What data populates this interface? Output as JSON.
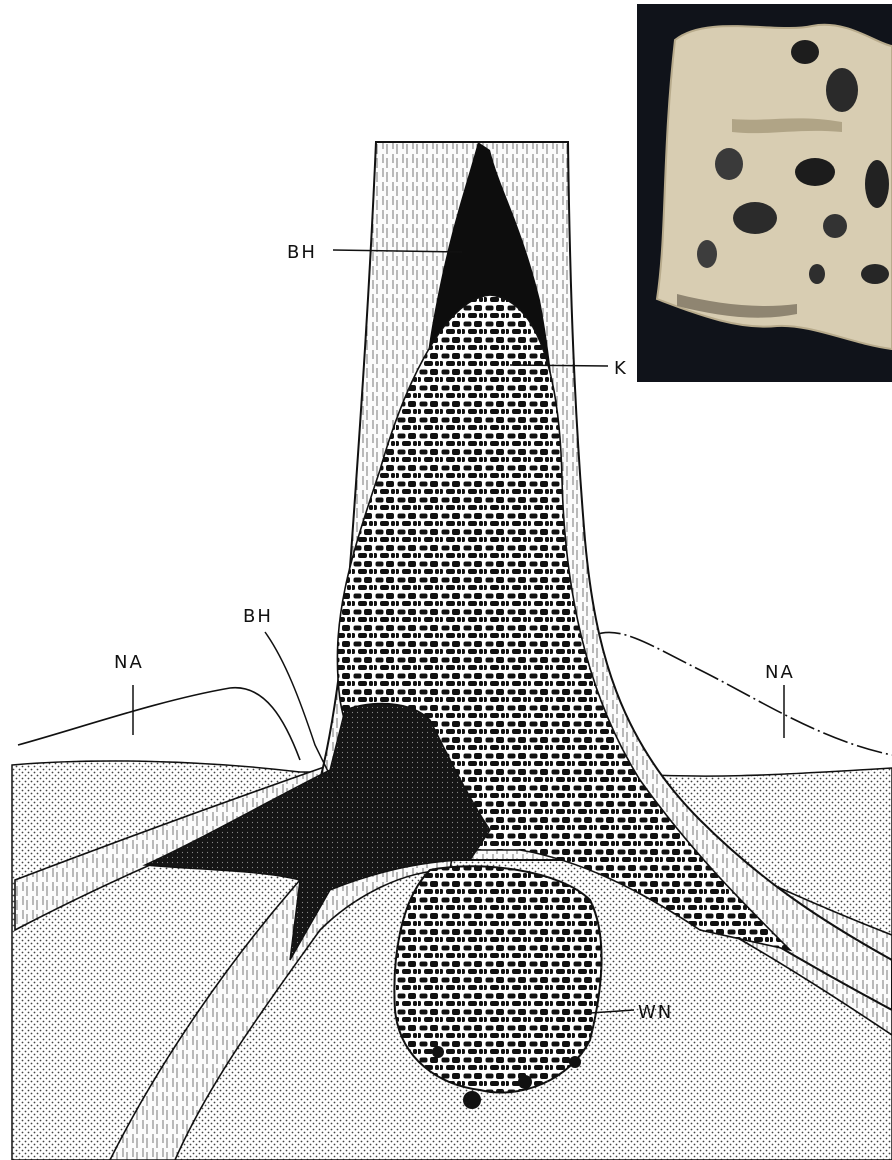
{
  "labels": {
    "bh_upper": "BH",
    "k": "K",
    "bh_lower": "BH",
    "na_left": "NA",
    "na_right": "NA",
    "wn": "WN"
  },
  "photo": {
    "subject": "termite-damaged wood fragment"
  },
  "colors": {
    "ink": "#111111",
    "wood_light": "#f2f2f2",
    "soil": "#d9d9d9",
    "photo_bg": "#10131a",
    "photo_wood": "#d8cdb2"
  }
}
